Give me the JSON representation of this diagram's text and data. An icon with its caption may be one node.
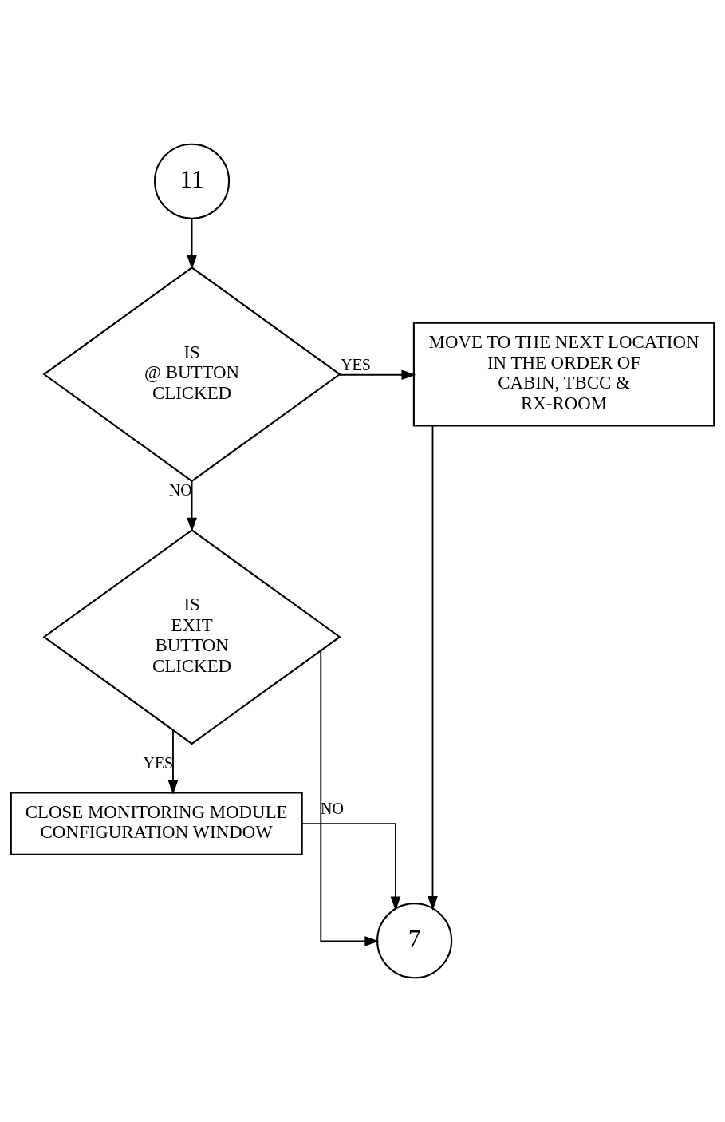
{
  "diagram": {
    "nodes": [
      {
        "text": [
          "11"
        ]
      },
      {
        "text": [
          "IS @ BUTTON CLICKED"
        ]
      },
      {
        "text": [
          "MOVE TO THE NEXT LOCATION IN THE ORDER OF CABIN, TBCC & RX-ROOM"
        ]
      },
      {
        "text": [
          "IS EXIT BUTTON CLICKED"
        ]
      },
      {
        "text": [
          "CLOSE MONITORING MODULE CONFIGURATION WINDOW"
        ]
      },
      {
        "text": [
          "7"
        ]
      }
    ],
    "edges": [
      {
        "from": 0,
        "to": 1,
        "arrow": "to"
      },
      {
        "from": 1,
        "to": 2,
        "arrow": "to",
        "label": "YES"
      },
      {
        "from": 1,
        "to": 3,
        "arrow": "to",
        "label": "NO"
      },
      {
        "from": 3,
        "to": 5,
        "arrow": "to",
        "label": "NO"
      },
      {
        "from": 3,
        "to": 4,
        "arrow": "to",
        "label": "YES"
      },
      {
        "from": 4,
        "to": 5,
        "arrow": "to"
      },
      {
        "from": 2,
        "to": 5,
        "arrow": "to"
      }
    ]
  }
}
